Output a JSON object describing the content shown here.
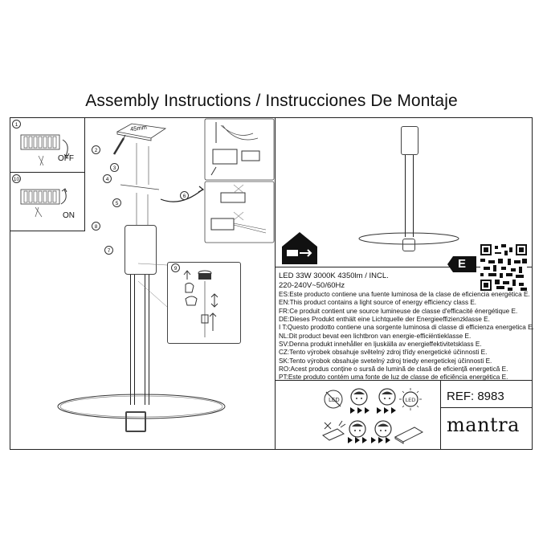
{
  "title": "Assembly Instructions / Instrucciones De Montaje",
  "steps": {
    "s1": "1",
    "s10": "10",
    "s2": "2",
    "s3": "3",
    "s4": "4",
    "s5": "5",
    "s6": "6",
    "s7": "7",
    "s8": "8",
    "s9": "9"
  },
  "switch_off": "OFF",
  "switch_on": "ON",
  "dimension": "45mm",
  "spec_line1": "LED 33W 3000K 4350lm / INCL.",
  "spec_line2": "220-240V~50/60Hz",
  "energy_lines": [
    "ES:Este producto contiene una fuente luminosa de la clase de eficiencia energética E.",
    "EN:This product contains a light source of energy efficiency class E.",
    "FR:Ce produit contient une source lumineuse de classe d'efficacité énergétique E.",
    "DE:Dieses Produkt enthält eine Lichtquelle der Energieeffizienzklasse E.",
    "I T:Questo prodotto contiene una sorgente luminosa di classe di efficienza energetica E.",
    "NL:Dit product bevat een lichtbron van energie-efficiëntieklasse E.",
    "SV:Denna produkt innehåller en ljuskälla av energieffektivitetsklass E.",
    "CZ:Tento výrobek obsahuje světelný zdroj třídy energetické účinnosti E.",
    "SK:Tento výrobok obsahuje svetelný zdroj triedy energetickej účinnosti E.",
    "RO:Acest produs conține o sursă de lumină de clasă de eficiență energetică E.",
    "PT:Este produto contém uma fonte de luz de classe de eficiência energética E."
  ],
  "energy_class": "E",
  "ref": "REF: 8983",
  "brand": "mantra",
  "led_icon": "LED",
  "colors": {
    "line": "#222222",
    "background": "#ffffff"
  }
}
